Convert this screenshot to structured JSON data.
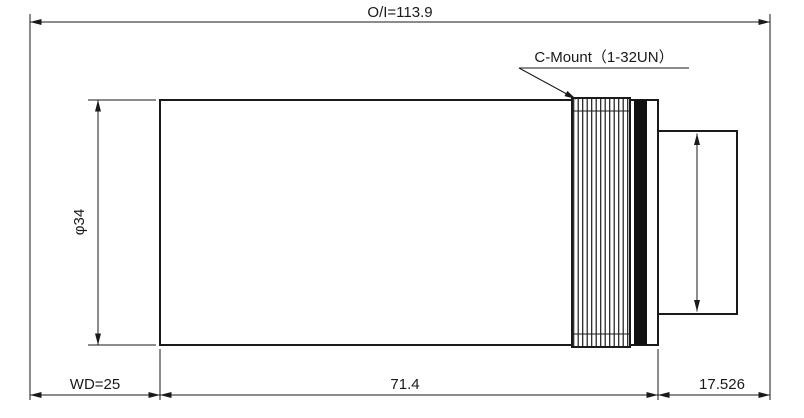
{
  "drawing": {
    "overall_label": "O/I=113.9",
    "mount_label": "C-Mount（1-32UN）",
    "diameter_label": "φ34",
    "working_distance_label": "WD=25",
    "body_length_label": "71.4",
    "flange_distance_label": "17.526"
  },
  "colors": {
    "line": "#1a1a1a",
    "background": "#ffffff",
    "ring_fill": "#111111"
  }
}
